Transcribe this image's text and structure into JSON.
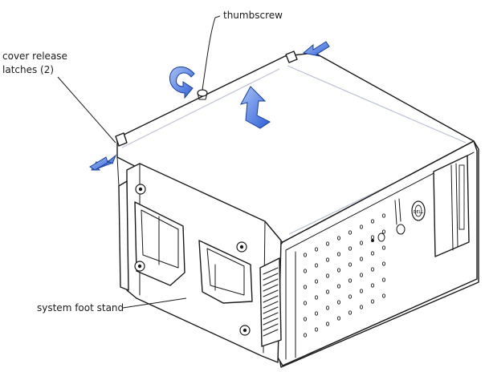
{
  "diagram": {
    "subject": "computer chassis cover removal",
    "accent_color": "#2e5fd6",
    "accent_light": "#8fb0f0",
    "labels": {
      "thumbscrew": "thumbscrew",
      "cover_release_line1": "cover release",
      "cover_release_line2": "latches (2)",
      "system_foot_stand": "system foot stand"
    },
    "icons": {
      "rotate_arrow": "counterclockwise-rotate-arrow-icon",
      "lift_arrow": "lift-up-arrow-icon",
      "press_arrow": "press-arrow-icon",
      "logo": "dell-logo-icon"
    },
    "logo_text": "DELL"
  }
}
